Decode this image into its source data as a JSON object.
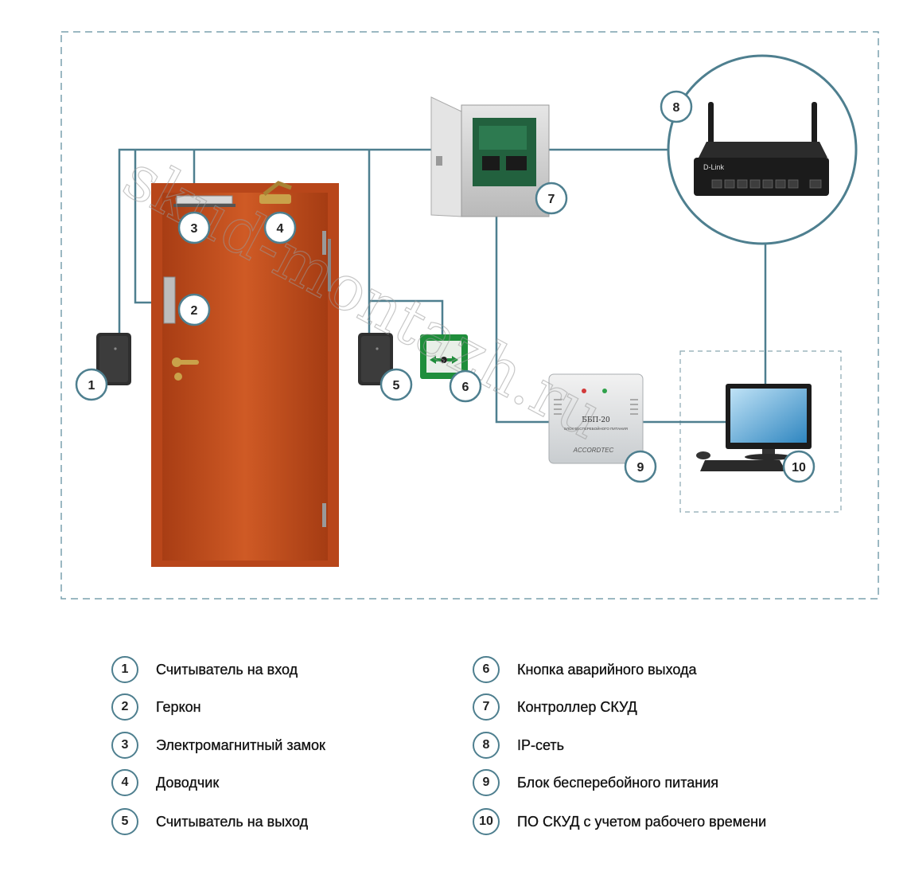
{
  "components": [
    {
      "id": "1",
      "label": "Считыватель на вход"
    },
    {
      "id": "2",
      "label": "Геркон"
    },
    {
      "id": "3",
      "label": "Электромагнитный замок"
    },
    {
      "id": "4",
      "label": "Доводчик"
    },
    {
      "id": "5",
      "label": "Считыватель на выход"
    },
    {
      "id": "6",
      "label": "Кнопка аварийного выхода"
    },
    {
      "id": "7",
      "label": "Контроллер СКУД"
    },
    {
      "id": "8",
      "label": "IP-сеть"
    },
    {
      "id": "9",
      "label": "Блок бесперебойного питания"
    },
    {
      "id": "10",
      "label": "ПО СКУД с учетом рабочего времени"
    }
  ],
  "device_text": {
    "router_brand": "D-Link",
    "psu_model": "ББП-20",
    "psu_subtitle": "БЛОК БЕСПЕРЕБОЙНОГО ПИТАНИЯ",
    "psu_brand": "ACCORDTEC"
  },
  "watermark": "skud-montazh.ru",
  "colors": {
    "wire": "#4e7f8f",
    "badge_border": "#4e7f8f",
    "frame_dash": "#7aa0ad",
    "door": "#c4501f"
  }
}
